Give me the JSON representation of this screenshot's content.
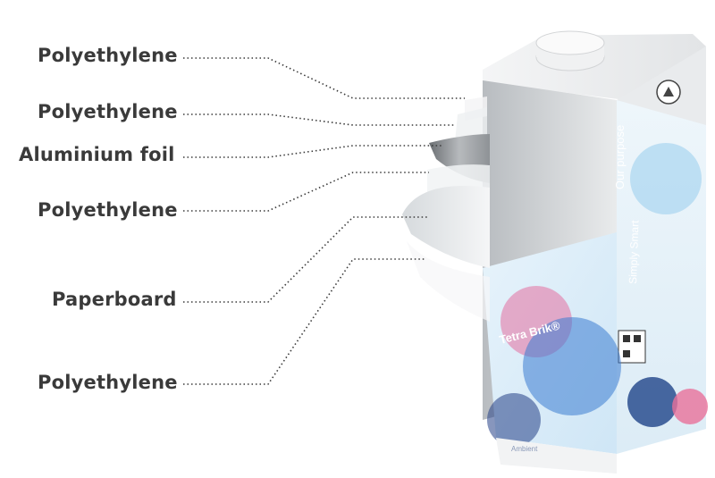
{
  "diagram": {
    "layers": [
      {
        "label": "Polyethylene"
      },
      {
        "label": "Polyethylene"
      },
      {
        "label": "Aluminium foil"
      },
      {
        "label": "Polyethylene"
      },
      {
        "label": "Paperboard"
      },
      {
        "label": "Polyethylene"
      }
    ],
    "carton": {
      "heading_purpose": "Our purpose",
      "heading_smart": "Simply Smart",
      "brand": "Tetra Brik®",
      "footer": "Ambient"
    }
  }
}
